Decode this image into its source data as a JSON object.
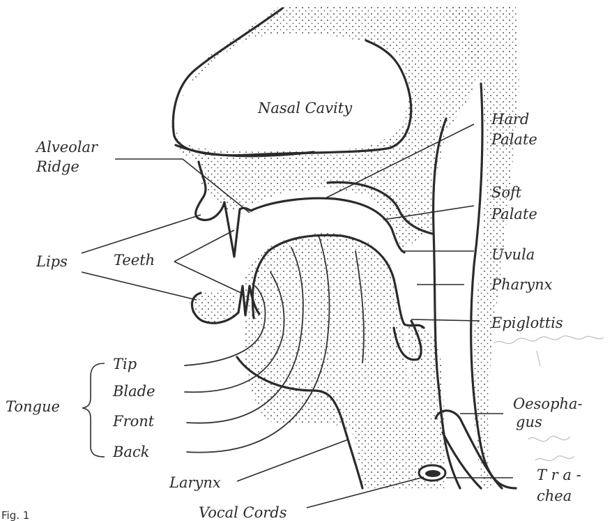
{
  "figure_caption": "Fig. 1",
  "labels": {
    "nasal_cavity": "Nasal Cavity",
    "alveolar": "Alveolar",
    "ridge": "Ridge",
    "hard": "Hard",
    "palate_hard": "Palate",
    "soft": "Soft",
    "palate_soft": "Palate",
    "lips": "Lips",
    "teeth": "Teeth",
    "uvula": "Uvula",
    "pharynx": "Pharynx",
    "epiglottis": "Epiglottis",
    "tip": "Tip",
    "blade": "Blade",
    "tongue": "Tongue",
    "front": "Front",
    "back": "Back",
    "oesopha": "Oesopha-",
    "gus": "gus",
    "larynx": "Larynx",
    "tra": "T r a -",
    "chea": "chea",
    "vocal_cords": "Vocal Cords"
  },
  "colors": {
    "ink": "#2b2b2b",
    "stipple": "#555555",
    "background": "#ffffff"
  }
}
